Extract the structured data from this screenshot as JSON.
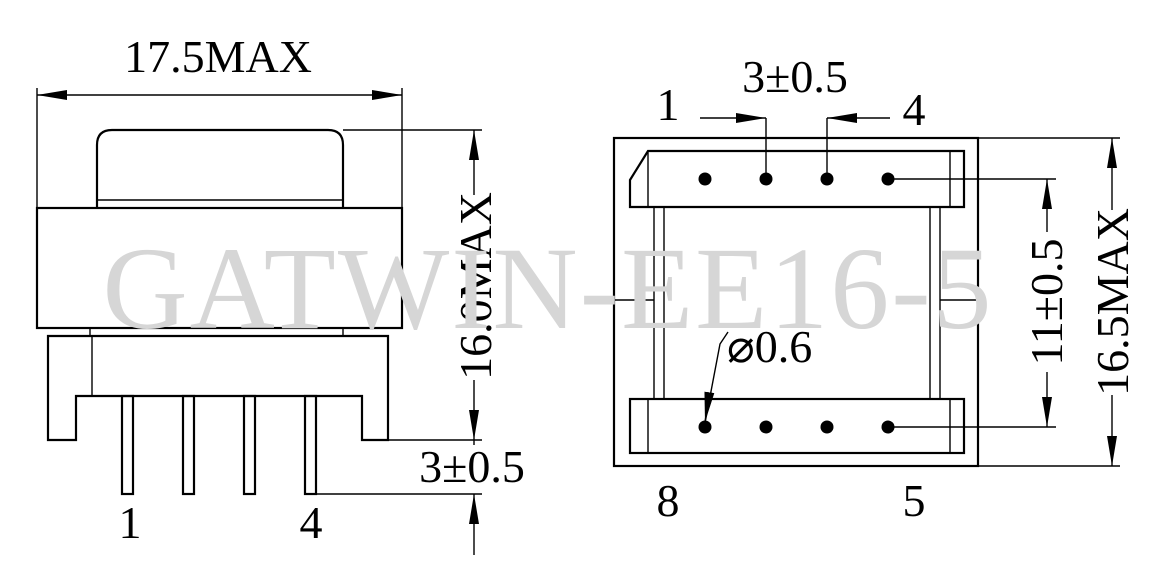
{
  "watermark": "GATWIN-EE16-5",
  "side_view": {
    "width_dim": "17.5MAX",
    "height_dim": "16.0MAX",
    "pin_length_dim": "3±0.5",
    "pin_labels": [
      "1",
      "4"
    ]
  },
  "bottom_view": {
    "pin_pitch_dim": "3±0.5",
    "row_spacing_dim": "11±0.5",
    "overall_dim": "16.5MAX",
    "pin_diameter_dim": "⌀0.6",
    "pin_labels": [
      "1",
      "4",
      "8",
      "5"
    ]
  }
}
